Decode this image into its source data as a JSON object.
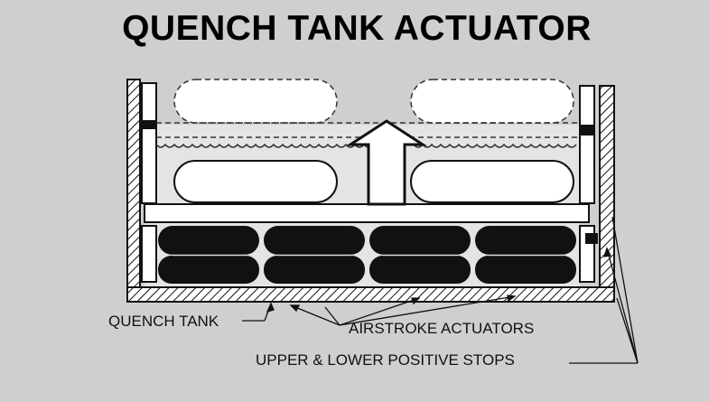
{
  "title": "QUENCH TANK ACTUATOR",
  "labels": {
    "quench_tank": "QUENCH TANK",
    "airstroke_actuators": "AIRSTROKE ACTUATORS",
    "positive_stops": "UPPER & LOWER POSITIVE STOPS"
  },
  "colors": {
    "background": "#cfcfcf",
    "line": "#111111",
    "actuator_fill": "#111111",
    "part_fill": "#ffffff",
    "tank_fill": "#e2e2e2"
  },
  "icons": {
    "direction_arrow": "up-arrow-icon"
  }
}
